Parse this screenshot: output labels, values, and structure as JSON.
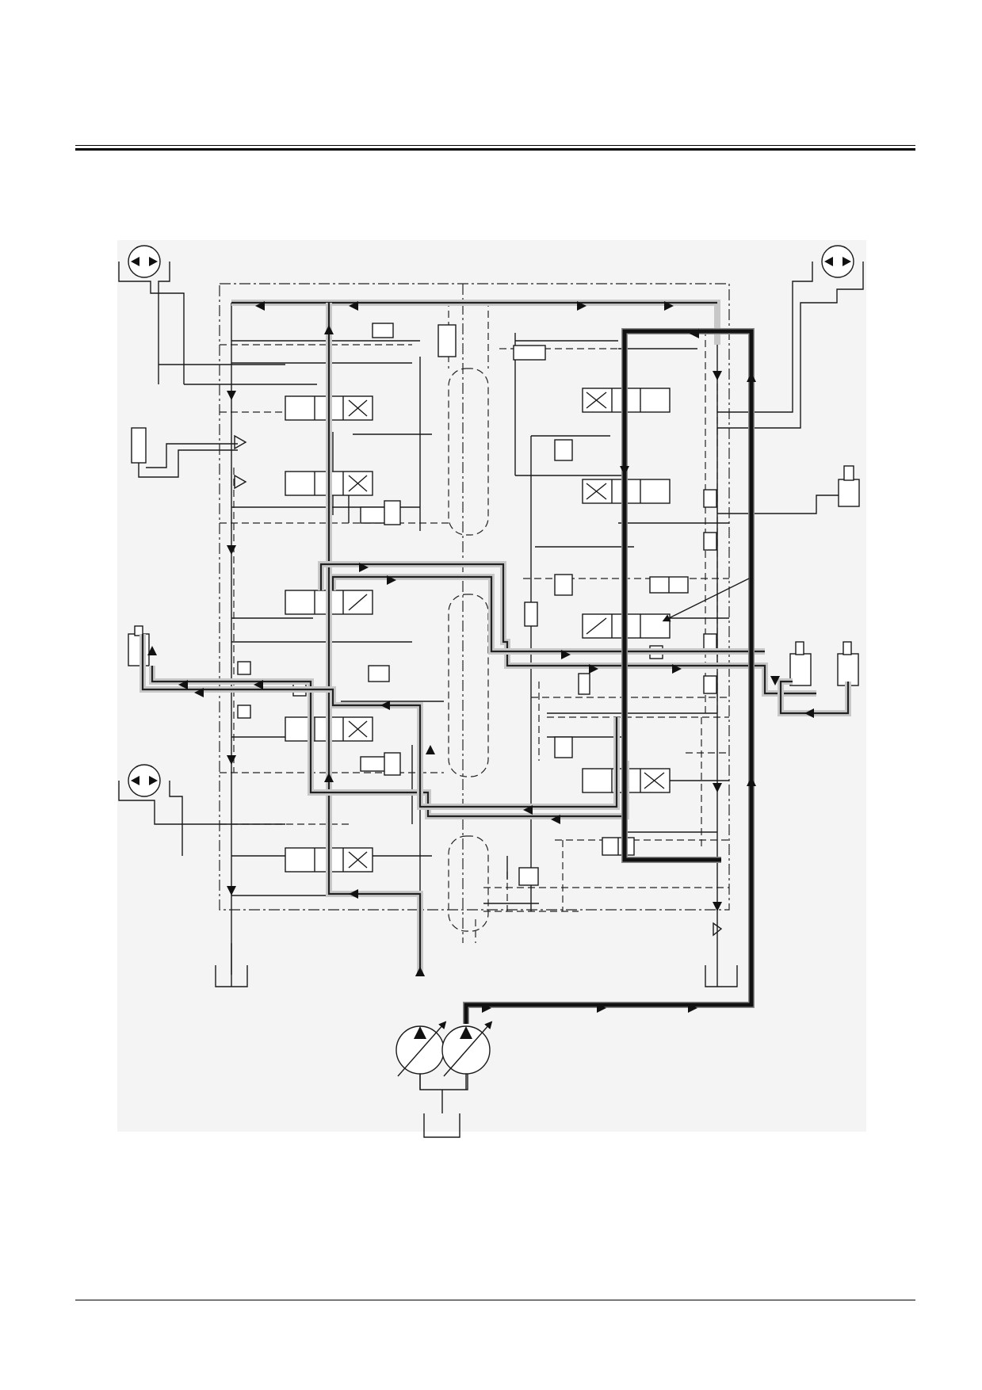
{
  "page": {
    "header_rule": "",
    "footer_rule": ""
  },
  "diagram": {
    "type": "hydraulic-circuit-schematic",
    "components": [
      "hydraulic-motor-top-left",
      "hydraulic-motor-top-right",
      "hydraulic-motor-lower-left",
      "accumulator-left",
      "cylinder-right-upper",
      "cylinder-left-middle",
      "cylinder-pair-right",
      "tank-left",
      "tank-right",
      "tank-pump",
      "double-variable-pump",
      "control-valve-block"
    ],
    "colors": {
      "line": "#1a1a1a",
      "flow_light": "#c8c8c8",
      "flow_dark": "#111111"
    }
  }
}
